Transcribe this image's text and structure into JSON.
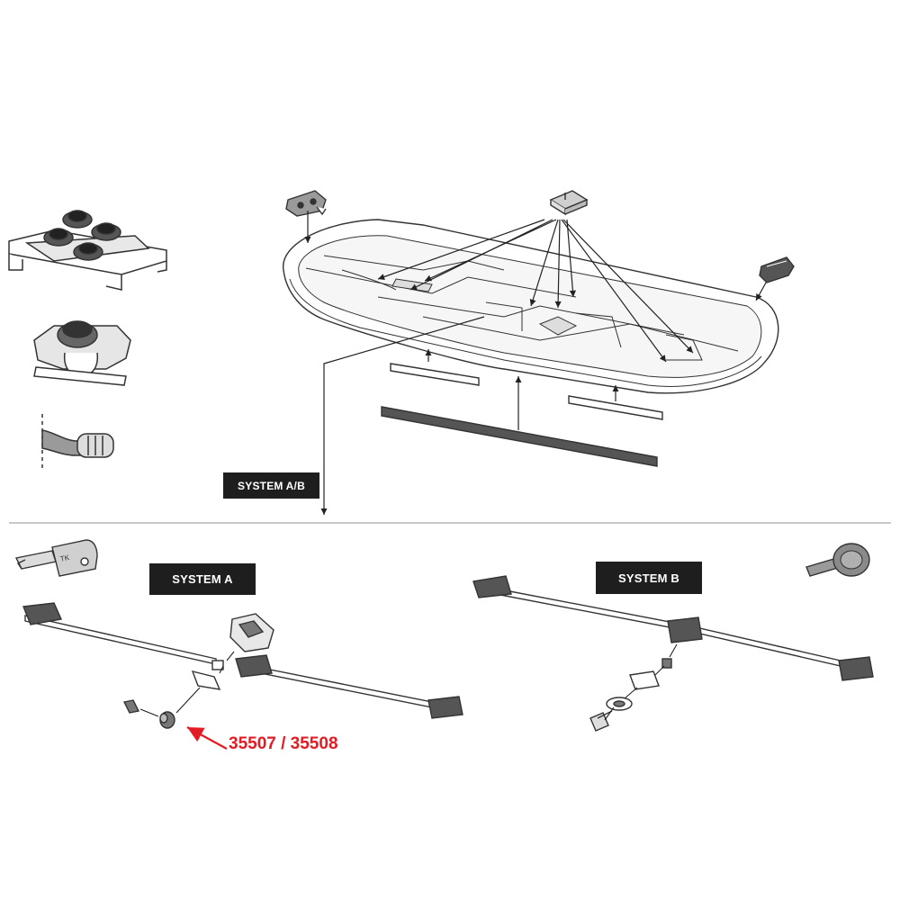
{
  "labels": {
    "system_ab": "SYSTEM A/B",
    "system_a": "SYSTEM A",
    "system_b": "SYSTEM B"
  },
  "part_number": "35507 / 35508",
  "key_text": "TK",
  "colors": {
    "label_background": "#1e1e1e",
    "label_text": "#ffffff",
    "part_number": "#e31b23",
    "callout_arrow": "#e31b23",
    "line_art": "#333333",
    "divider": "#c8c8c8"
  },
  "icons": [
    "foot-mount-clamp-icon",
    "knob-clamp-icon",
    "strap-icon",
    "roof-box-icon",
    "key-a-icon",
    "key-b-icon",
    "lock-bar-a-icon",
    "lock-bar-b-icon",
    "lock-cylinder-icon"
  ]
}
